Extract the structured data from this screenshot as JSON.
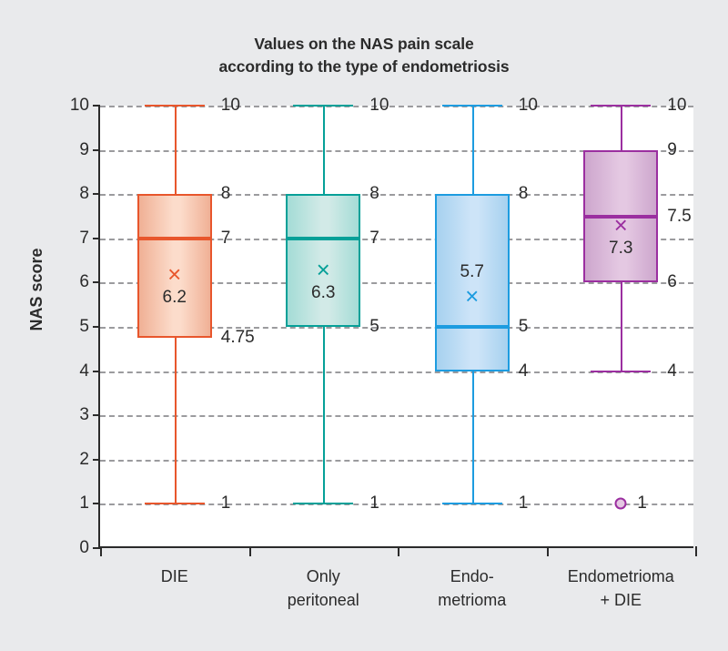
{
  "chart_data": {
    "type": "box",
    "title": "Values on the NAS pain scale according to the type of endometriosis",
    "title_lines": [
      "Values on the NAS pain scale",
      "according to the type of endometriosis"
    ],
    "xlabel": "",
    "ylabel": "NAS score",
    "ylim": [
      0,
      10
    ],
    "yticks": [
      0,
      1,
      2,
      3,
      4,
      5,
      6,
      7,
      8,
      9,
      10
    ],
    "ytick_labels": [
      "0",
      "1",
      "2",
      "3",
      "4",
      "5",
      "6",
      "7",
      "8",
      "9",
      "10"
    ],
    "grid": true,
    "grid_style": "dashed",
    "legend": "none",
    "categories": [
      "DIE",
      "Only peritoneal",
      "Endo-metrioma",
      "Endometrioma + DIE"
    ],
    "category_lines": [
      [
        "DIE"
      ],
      [
        "Only",
        "peritoneal"
      ],
      [
        "Endo-",
        "metrioma"
      ],
      [
        "Endometrioma",
        "+ DIE"
      ]
    ],
    "boxes": [
      {
        "name": "DIE",
        "color": "#e8562c",
        "fill_edge": "#f0b095",
        "fill_center": "#fcdccb",
        "min": 1,
        "q1": 4.75,
        "median": 7,
        "q3": 8,
        "max": 10,
        "mean": 6.2,
        "outliers": [],
        "labels": {
          "max": "10",
          "q3": "8",
          "median": "7",
          "q1": "4.75",
          "min": "1",
          "mean": "6.2"
        },
        "mean_label_position": "below"
      },
      {
        "name": "Only peritoneal",
        "color": "#05a098",
        "fill_edge": "#a4dcd6",
        "fill_center": "#d2eae7",
        "min": 1,
        "q1": 5,
        "median": 7,
        "q3": 8,
        "max": 10,
        "mean": 6.3,
        "outliers": [],
        "labels": {
          "max": "10",
          "q3": "8",
          "median": "7",
          "q1": "5",
          "min": "1",
          "mean": "6.3"
        },
        "mean_label_position": "below"
      },
      {
        "name": "Endometrioma",
        "color": "#1d9ce0",
        "fill_edge": "#a6d1ef",
        "fill_center": "#cde4f8",
        "min": 1,
        "q1": 4,
        "median": 5,
        "q3": 8,
        "max": 10,
        "mean": 5.7,
        "outliers": [],
        "labels": {
          "max": "10",
          "q3": "8",
          "median": "5",
          "q1": "4",
          "min": "1",
          "mean": "5.7"
        },
        "mean_label_position": "above"
      },
      {
        "name": "Endometrioma + DIE",
        "color": "#9b2fa0",
        "fill_edge": "#cda6cd",
        "fill_center": "#e4c8e2",
        "min": 4,
        "q1": 6,
        "median": 7.5,
        "q3": 9,
        "max": 10,
        "mean": 7.3,
        "outliers": [
          1
        ],
        "labels": {
          "max": "10",
          "q3": "9",
          "median": "7.5",
          "q1": "6",
          "min": "4",
          "mean": "7.3",
          "outlier": "1"
        },
        "mean_label_position": "below"
      }
    ]
  },
  "figure": {
    "background": "#e9eaec",
    "plot_background": "#ffffff",
    "axis_color": "#2b2b2b",
    "grid_color": "#9b9b9e",
    "text_color": "#2b2b2b"
  }
}
